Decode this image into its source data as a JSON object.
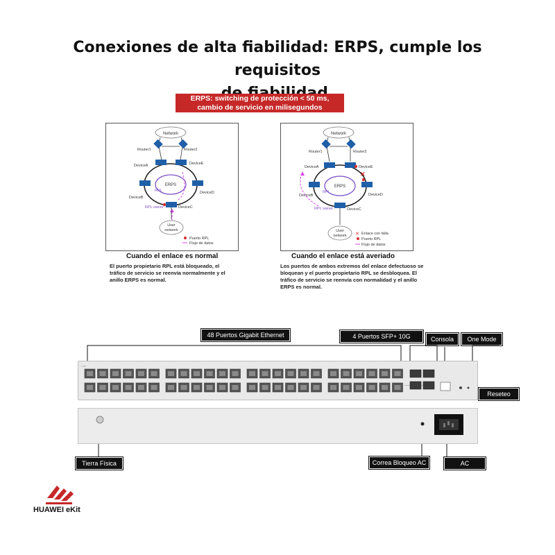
{
  "title_line1": "Conexiones de alta fiabilidad: ERPS, cumple los requisitos",
  "title_line2": "de fiabilidad.",
  "banner_line1": "ERPS: switching de protección < 50 ms,",
  "banner_line2": "cambio de servicio en milisegundos",
  "left_panel": {
    "network": "Network",
    "router1": "Router1",
    "router2": "Router2",
    "deviceA": "DeviceA",
    "deviceE": "DeviceE",
    "deviceB": "DeviceB",
    "deviceD": "DeviceD",
    "deviceC": "DeviceC",
    "erps": "ERPS",
    "rpl": "RPL",
    "rpl_owner": "RPL owner",
    "user_network_1": "User",
    "user_network_2": "network",
    "legend_rpl_port": "Puerto RPL",
    "legend_data_flow": "Flujo de datos"
  },
  "right_panel": {
    "network": "Network",
    "router1": "Router1",
    "router2": "Router2",
    "deviceA": "DeviceA",
    "deviceE": "DeviceE",
    "deviceB": "DeviceB",
    "deviceD": "DeviceD",
    "deviceC": "DeviceC",
    "erps": "ERPS",
    "rpl": "RPL",
    "rpl_owner": "RPL owner",
    "user_network_1": "User",
    "user_network_2": "network",
    "legend_failed_link": "Enlace con falla",
    "legend_rpl_port": "Puerto RPL",
    "legend_data_flow": "Flujo de datos"
  },
  "left_caption": {
    "title": "Cuando el enlace es normal",
    "line1": "El puerto propietario RPL está bloqueado, el",
    "line2": "tráfico de servicio se reenvía normalmente y el",
    "line3": "anillo ERPS es normal."
  },
  "right_caption": {
    "title": "Cuando el enlace está averiado",
    "line1": "Los puertos de ambos extremos del enlace defectuoso se",
    "line2": "bloquean y el puerto propietario RPL se desbloquea. El",
    "line3": "tráfico de servicio se reenvía con normalidad y el anillo",
    "line4": "ERPS es normal."
  },
  "switch_labels": {
    "ports_48": "48 Puertos Gigabit Ethernet",
    "sfp": "4 Puertos SFP+ 10G",
    "console": "Consola",
    "one_mode": "One Mode",
    "reset": "Reseteo",
    "ground": "Tierra Física",
    "lock": "Correa Bloqueo AC",
    "ac": "AC"
  },
  "colors": {
    "banner": "#c62828",
    "device_blue": "#1f5fa8",
    "ring_purple": "#7b4fc8",
    "rpl_red": "#d32f2f",
    "flow_magenta": "#d946ef"
  },
  "brand": "HUAWEI eKit"
}
